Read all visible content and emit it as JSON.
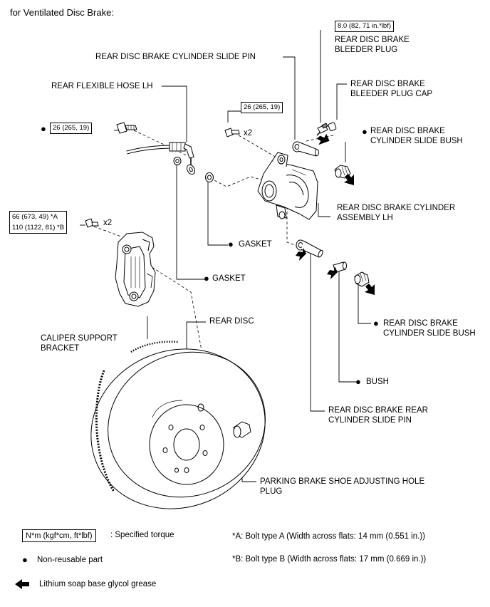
{
  "title": "for Ventilated Disc Brake:",
  "labels": {
    "bleeder_plug": "REAR DISC BRAKE\nBLEEDER PLUG",
    "bleeder_plug_cap": "REAR DISC BRAKE\nBLEEDER PLUG CAP",
    "cyl_slide_pin": "REAR DISC BRAKE CYLINDER SLIDE PIN",
    "flexible_hose": "REAR FLEXIBLE HOSE LH",
    "cyl_slide_bush_top": "REAR DISC BRAKE\nCYLINDER SLIDE BUSH",
    "cyl_assembly": "REAR DISC BRAKE CYLINDER\nASSEMBLY LH",
    "gasket_1": "GASKET",
    "gasket_2": "GASKET",
    "caliper_support": "CALIPER SUPPORT\nBRACKET",
    "rear_disc": "REAR DISC",
    "cyl_slide_bush_bottom": "REAR DISC BRAKE\nCYLINDER SLIDE BUSH",
    "bush": "BUSH",
    "rear_cyl_slide_pin": "REAR DISC BRAKE REAR\nCYLINDER SLIDE PIN",
    "parking_plug": "PARKING BRAKE SHOE ADJUSTING HOLE\nPLUG"
  },
  "torques": {
    "bleeder": "8.0 (82, 71 in.*lbf)",
    "union_bolt": "26 (265, 19)",
    "cyl_bolt": "26 (265, 19)",
    "caliper_a": "66 (673, 49) *A",
    "caliper_b": "110 (1122, 81) *B"
  },
  "multipliers": {
    "cyl_bolt": "x2",
    "caliper_bolt": "x2"
  },
  "legend": {
    "torque_box": "N*m (kgf*cm, ft*lbf)",
    "torque_text": ": Specified torque",
    "non_reusable": "Non-reusable part",
    "grease": "Lithium soap base glycol grease",
    "note_a": "*A: Bolt type A (Width across flats: 14 mm (0.551 in.))",
    "note_b": "*B: Bolt type B (Width across flats: 17 mm (0.669 in.))"
  },
  "symbols": {
    "bullet": "●"
  },
  "icon_names": [
    "grease-arrow-icon",
    "non-reusable-bullet-icon"
  ]
}
